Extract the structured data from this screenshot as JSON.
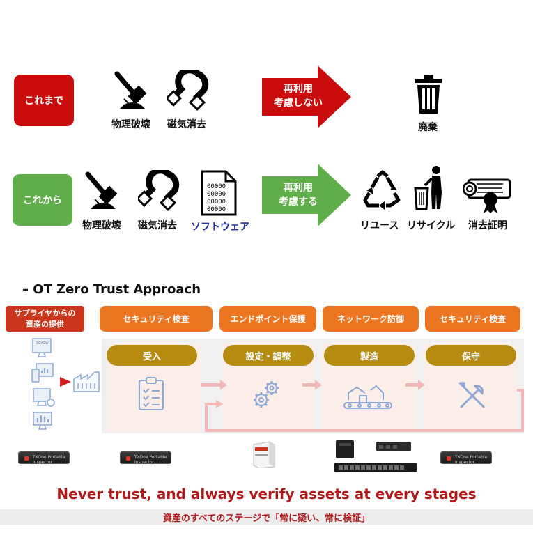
{
  "top": {
    "row1": {
      "badge": "これまで",
      "icons": [
        {
          "icon": "hammer-icon",
          "label": "物理破壊"
        },
        {
          "icon": "magnet-icon",
          "label": "磁気消去"
        }
      ],
      "arrow_lines": [
        "再利用",
        "考慮しない"
      ],
      "result": {
        "icon": "trash-can-icon",
        "label": "廃棄"
      },
      "colors": {
        "badge": "#c90d0d",
        "arrow": "#c90d0d"
      }
    },
    "row2": {
      "badge": "これから",
      "icons": [
        {
          "icon": "hammer-icon",
          "label": "物理破壊"
        },
        {
          "icon": "magnet-icon",
          "label": "磁気消去"
        },
        {
          "icon": "software-file-icon",
          "label": "ソフトウェア",
          "file_text": [
            "00000",
            "00000",
            "00000",
            "00000"
          ]
        }
      ],
      "arrow_lines": [
        "再利用",
        "考慮する"
      ],
      "results": [
        {
          "icon": "recycle-icon",
          "label": "リユース"
        },
        {
          "icon": "recycle-bin-person-icon",
          "label": "リサイクル"
        },
        {
          "icon": "certificate-icon",
          "label": "消去証明"
        }
      ],
      "colors": {
        "badge": "#5fae4a",
        "arrow": "#5fae4a"
      }
    }
  },
  "ot": {
    "title": "– OT Zero Trust Approach",
    "supplier_lines": [
      "サプライヤからの",
      "資産の提供"
    ],
    "tabs": [
      "セキュリティ検査",
      "エンドポイント保護",
      "ネットワーク防御",
      "セキュリティ検査"
    ],
    "stages": [
      {
        "label": "受入",
        "icon": "clipboard-checklist-icon"
      },
      {
        "label": "設定・調整",
        "icon": "gears-icon"
      },
      {
        "label": "製造",
        "icon": "robot-arm-conveyor-icon"
      },
      {
        "label": "保守",
        "icon": "wrench-screwdriver-icon"
      }
    ],
    "scada_label": "SCADA",
    "device_label": "TXOne Portable Inspector",
    "colors": {
      "orange": "#ec7522",
      "gold": "#b58c10",
      "supplier": "#c9361c"
    }
  },
  "tagline": "Never trust, and always verify assets at every stages",
  "subtagline": "資産のすべてのステージで「常に疑い、常に検証」"
}
